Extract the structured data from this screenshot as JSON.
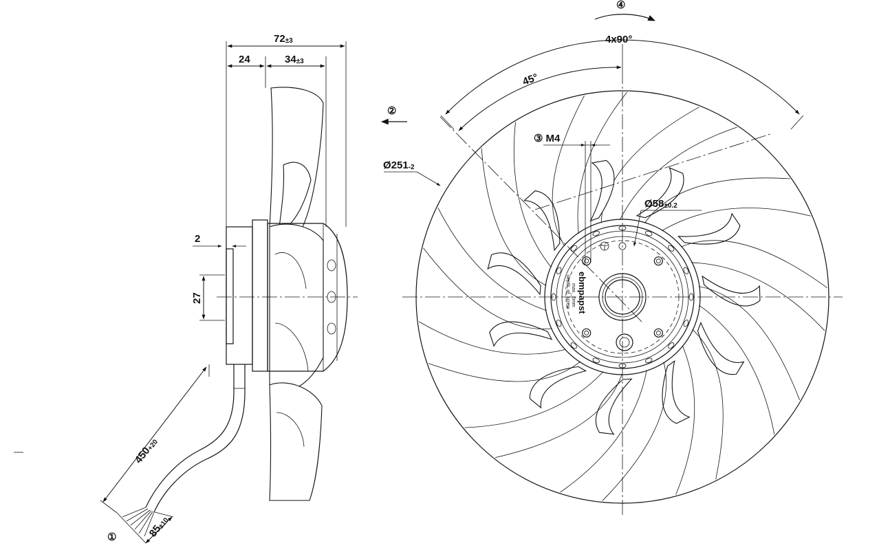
{
  "side_view": {
    "overall_width": "72",
    "overall_width_tol": "±3",
    "hub_width": "24",
    "blade_width": "34",
    "blade_width_tol": "±3",
    "gap": "2",
    "height": "27",
    "cable_length": "450",
    "cable_length_tol": "+20",
    "strip_length": "85",
    "strip_length_tol": "±10",
    "cable_marker": "①"
  },
  "front_view": {
    "rotation_marker": "④",
    "airflow_marker": "②",
    "angle_pattern": "4x90°",
    "angle_offset": "45°",
    "thread_marker": "③",
    "thread_size": "M4",
    "outer_diameter": "Ø251",
    "outer_diameter_tol": "-2",
    "bolt_circle": "Ø58",
    "bolt_circle_tol": "±0.2",
    "brand_label": "ebmpapst",
    "hub_note_1": "depth_of_screw",
    "hub_note_2": "max._6mm"
  },
  "icons": [
    "rotation-direction-arrow",
    "airflow-direction-arrow",
    "dimension-arrows"
  ]
}
